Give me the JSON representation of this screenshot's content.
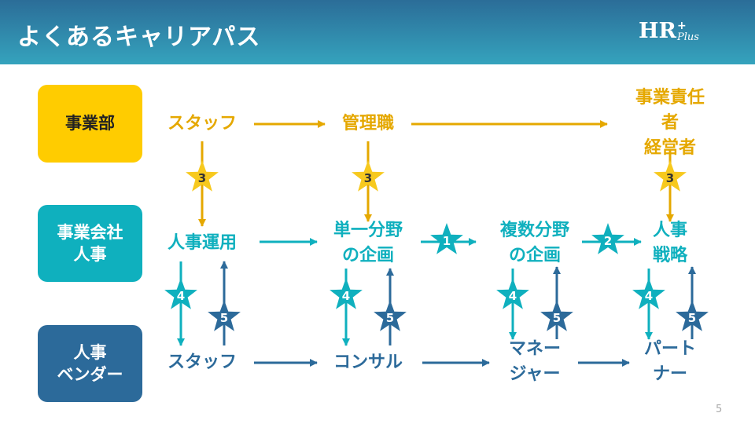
{
  "header": {
    "title": "よくあるキャリアパス",
    "logo": {
      "main": "HR",
      "plus_mark": "+",
      "sub": "Plus"
    }
  },
  "rows": [
    {
      "label": "事業部"
    },
    {
      "label": "事業会社\n人事"
    },
    {
      "label": "人事\nベンダー"
    }
  ],
  "nodes": {
    "business": [
      "スタッフ",
      "管理職",
      "事業責任者\n経営者"
    ],
    "corporate_hr": [
      "人事運用",
      "単一分野\nの企画",
      "複数分野\nの企画",
      "人事\n戦略"
    ],
    "vendor": [
      "スタッフ",
      "コンサル",
      "マネー\nジャー",
      "パート\nナー"
    ]
  },
  "stars": {
    "s1": "1",
    "s2": "2",
    "s3": "3",
    "s4": "4",
    "s5": "5"
  },
  "colors": {
    "gold": "#E5A800",
    "yellow_box": "#FFCC00",
    "teal": "#0FB0BE",
    "blue": "#2C6A9A",
    "star_gold": "#F7C91E"
  },
  "page_number": "5"
}
